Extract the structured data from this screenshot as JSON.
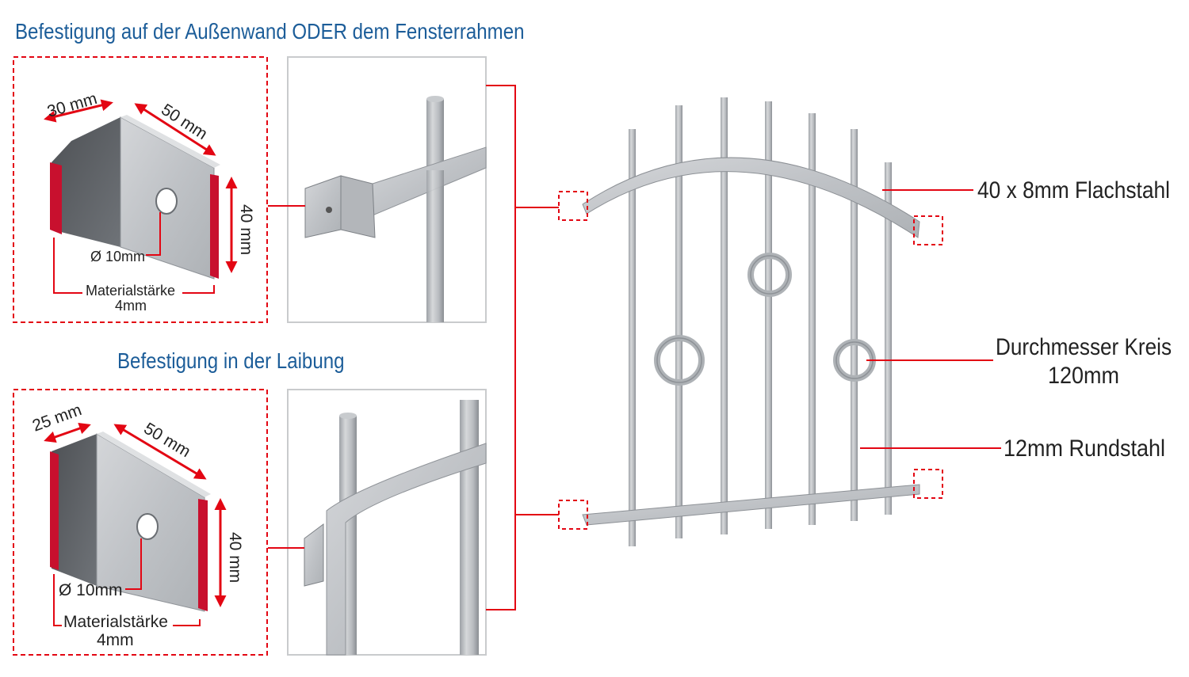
{
  "headings": {
    "wall_or_frame": "Befestigung auf der Außenwand ODER dem Fensterrahmen",
    "reveal": "Befestigung in der Laibung"
  },
  "bracket_wall": {
    "width_short": "30 mm",
    "width_long": "50 mm",
    "height": "40 mm",
    "hole": "Ø 10mm",
    "thickness_label": "Materialstärke",
    "thickness_value": "4mm"
  },
  "bracket_reveal": {
    "width_short": "25 mm",
    "width_long": "50 mm",
    "height": "40 mm",
    "hole": "Ø 10mm",
    "thickness_label": "Materialstärke",
    "thickness_value": "4mm"
  },
  "grille_labels": {
    "flat_steel": "40 x 8mm Flachstahl",
    "circle_line1": "Durchmesser Kreis",
    "circle_line2": "120mm",
    "round_steel": "12mm Rundstahl"
  },
  "colors": {
    "heading": "#1c5d99",
    "callout_red": "#e30613",
    "steel": "#c3c6c9",
    "steel_dark": "#7d8186",
    "edge_red": "#c8102e"
  }
}
